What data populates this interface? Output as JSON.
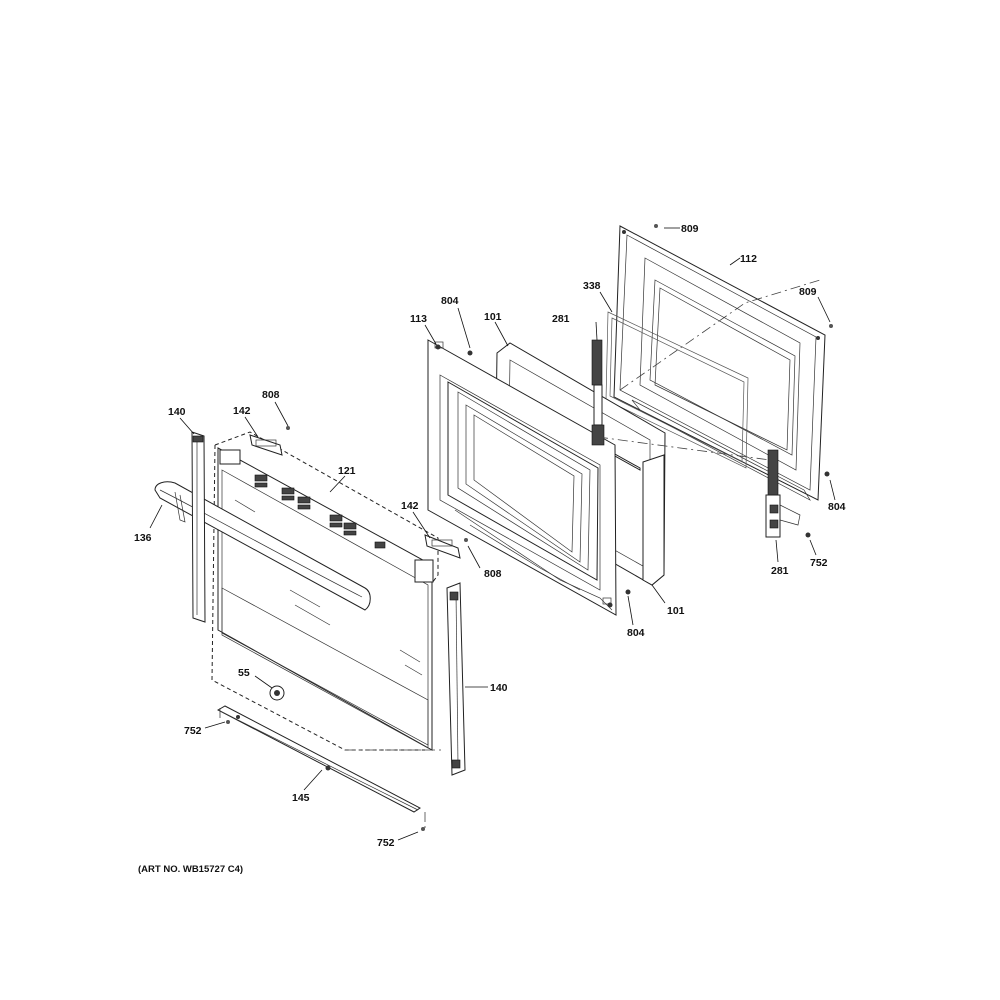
{
  "art_number": "(ART NO. WB15727 C4)",
  "callouts": {
    "c809_top": "809",
    "c112": "112",
    "c809_right": "809",
    "c338": "338",
    "c804_top": "804",
    "c113": "113",
    "c101_top": "101",
    "c281_top": "281",
    "c808_left": "808",
    "c140_left": "140",
    "c142_left": "142",
    "c121": "121",
    "c136": "136",
    "c142_mid": "142",
    "c808_mid": "808",
    "c804_right": "804",
    "c752_right": "752",
    "c281_bottom": "281",
    "c101_bottom": "101",
    "c804_bottom": "804",
    "c55": "55",
    "c140_right": "140",
    "c752_left": "752",
    "c145": "145",
    "c752_bottom": "752"
  }
}
